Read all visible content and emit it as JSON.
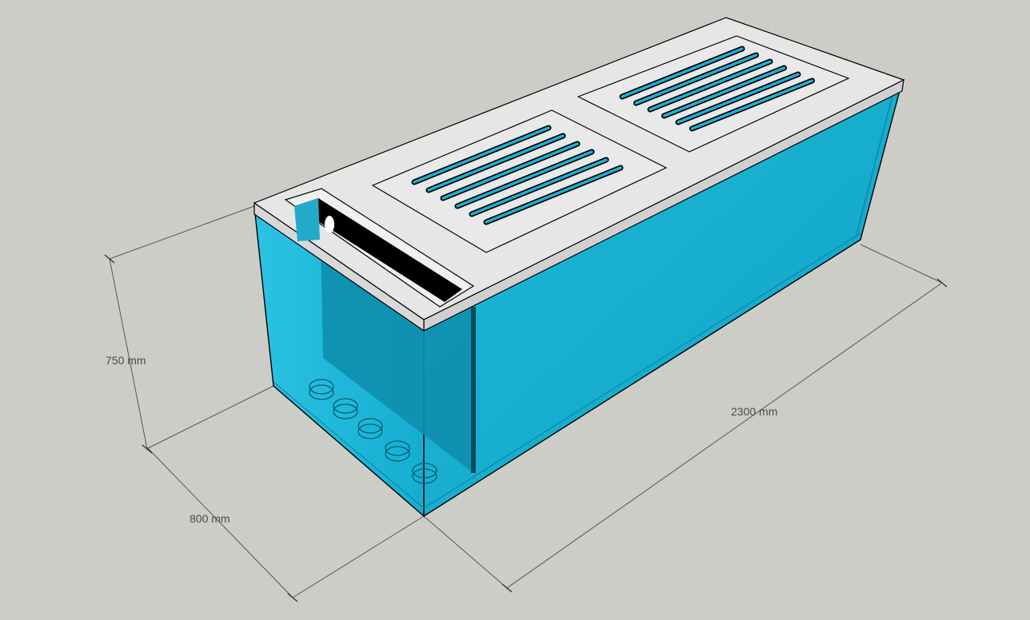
{
  "colors": {
    "background": "#cdcdc8",
    "water": "#16b4d6",
    "water_side": "#12a8cc",
    "lid": "#e6e6e6",
    "outline": "#000000",
    "dimension_line": "#555555"
  },
  "dimensions": {
    "height": "750 mm",
    "width": "800 mm",
    "length": "2300 mm"
  },
  "lid": {
    "grates": [
      {
        "slot_count": 6
      },
      {
        "slot_count": 6
      }
    ],
    "overflow_box": "black"
  },
  "bulkhead_count": 5
}
